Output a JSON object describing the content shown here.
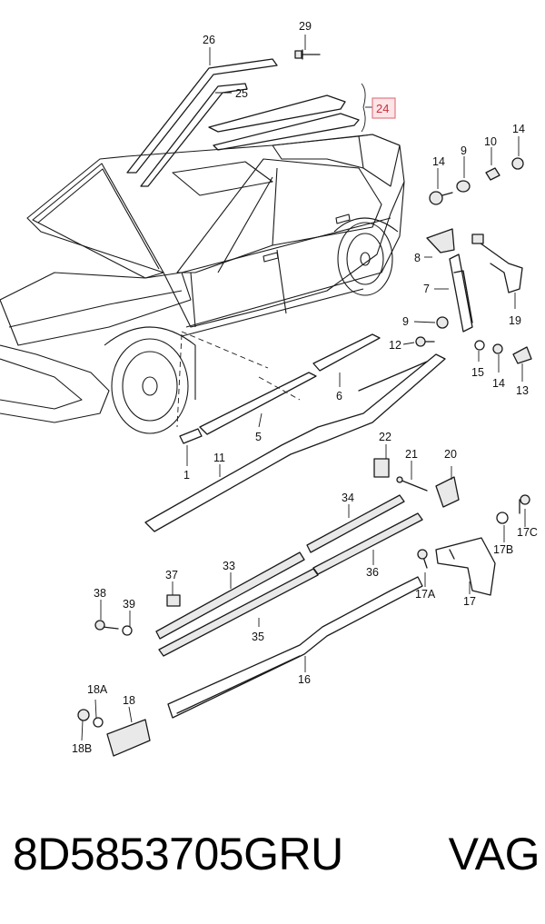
{
  "caption": {
    "part_number": "8D5853705GRU",
    "brand": "VAG"
  },
  "highlight_color": "#e07a84",
  "callouts": [
    {
      "id": "c29",
      "label": "29"
    },
    {
      "id": "c26",
      "label": "26"
    },
    {
      "id": "c25",
      "label": "25"
    },
    {
      "id": "c24",
      "label": "24",
      "highlighted": true
    },
    {
      "id": "c14a",
      "label": "14"
    },
    {
      "id": "c9a",
      "label": "9"
    },
    {
      "id": "c10",
      "label": "10"
    },
    {
      "id": "c14b",
      "label": "14"
    },
    {
      "id": "c8",
      "label": "8"
    },
    {
      "id": "c7",
      "label": "7"
    },
    {
      "id": "c19",
      "label": "19"
    },
    {
      "id": "c9b",
      "label": "9"
    },
    {
      "id": "c12",
      "label": "12"
    },
    {
      "id": "c15",
      "label": "15"
    },
    {
      "id": "c14c",
      "label": "14"
    },
    {
      "id": "c13",
      "label": "13"
    },
    {
      "id": "c6",
      "label": "6"
    },
    {
      "id": "c5",
      "label": "5"
    },
    {
      "id": "c1",
      "label": "1"
    },
    {
      "id": "c11",
      "label": "11"
    },
    {
      "id": "c22",
      "label": "22"
    },
    {
      "id": "c21",
      "label": "21"
    },
    {
      "id": "c20",
      "label": "20"
    },
    {
      "id": "c34",
      "label": "34"
    },
    {
      "id": "c17C",
      "label": "17C"
    },
    {
      "id": "c17B",
      "label": "17B"
    },
    {
      "id": "c37",
      "label": "37"
    },
    {
      "id": "c33",
      "label": "33"
    },
    {
      "id": "c36",
      "label": "36"
    },
    {
      "id": "c17A",
      "label": "17A"
    },
    {
      "id": "c17",
      "label": "17"
    },
    {
      "id": "c38",
      "label": "38"
    },
    {
      "id": "c39",
      "label": "39"
    },
    {
      "id": "c35",
      "label": "35"
    },
    {
      "id": "c16",
      "label": "16"
    },
    {
      "id": "c18A",
      "label": "18A"
    },
    {
      "id": "c18",
      "label": "18"
    },
    {
      "id": "c18B",
      "label": "18B"
    }
  ]
}
